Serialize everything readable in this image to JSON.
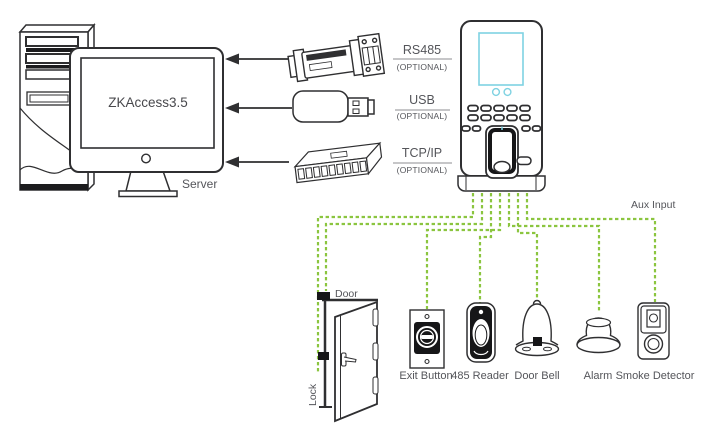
{
  "diagram": {
    "server": {
      "screen_label": "ZKAccess3.5",
      "caption": "Server"
    },
    "links": [
      {
        "name": "RS485",
        "note": "(OPTIONAL)"
      },
      {
        "name": "USB",
        "note": "(OPTIONAL)"
      },
      {
        "name": "TCP/IP",
        "note": "(OPTIONAL)"
      }
    ],
    "aux_input_label": "Aux Input",
    "door": {
      "label": "Door",
      "lock_label": "Lock"
    },
    "peripherals": [
      {
        "label": "Exit Button"
      },
      {
        "label": "485 Reader"
      },
      {
        "label": "Door Bell"
      },
      {
        "label": "Alarm"
      },
      {
        "label": "Smoke Detector"
      }
    ],
    "colors": {
      "wire_green": "#8bc53f",
      "screen_cyan": "#7fd2e2",
      "ink": "#2f2f31",
      "text": "#54555a"
    }
  }
}
